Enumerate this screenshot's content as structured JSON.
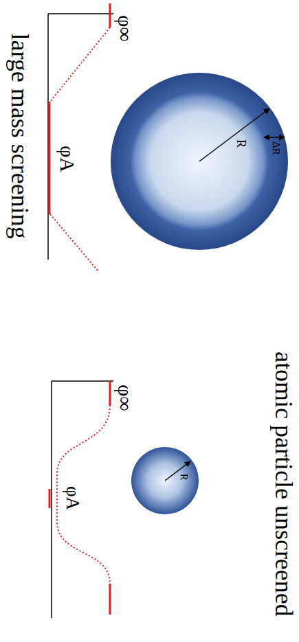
{
  "diagram": {
    "nodes": [
      {
        "text": [
          "R",
          "ΔR"
        ]
      },
      {
        "text": [
          "R"
        ]
      }
    ],
    "labels": [
      "φ∞",
      "φA",
      "large mass screening",
      "φ∞",
      "φA",
      "atomic particle unscreened"
    ]
  }
}
